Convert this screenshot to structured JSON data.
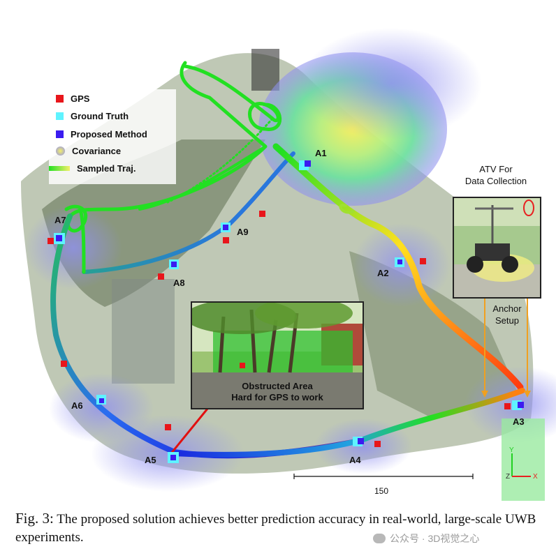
{
  "legend": {
    "items": [
      {
        "label": "GPS",
        "color": "#e8161b"
      },
      {
        "label": "Ground Truth",
        "color": "#5ff3ff"
      },
      {
        "label": "Proposed Method",
        "color": "#3b1cf0"
      },
      {
        "label": "Covariance",
        "color": "#f4f06a"
      },
      {
        "label": "Sampled Traj.",
        "color": "#c7e86a"
      }
    ]
  },
  "anchors": [
    {
      "label": "A1"
    },
    {
      "label": "A2"
    },
    {
      "label": "A3"
    },
    {
      "label": "A4"
    },
    {
      "label": "A5"
    },
    {
      "label": "A6"
    },
    {
      "label": "A7"
    },
    {
      "label": "A8"
    },
    {
      "label": "A9"
    }
  ],
  "inset_photo": {
    "caption_line1": "Obstructed Area",
    "caption_line2": "Hard for GPS to work"
  },
  "atv": {
    "title_line1": "ATV For",
    "title_line2": "Data Collection",
    "setup_line1": "Anchor",
    "setup_line2": "Setup"
  },
  "scale": {
    "label": "150"
  },
  "axes": {
    "y": "Y",
    "z": "Z",
    "x": "X"
  },
  "caption": {
    "figure": "Fig. 3:",
    "text": "The proposed solution achieves better prediction accuracy in real-world, large-scale UWB experiments."
  },
  "watermark": {
    "text": "公众号 · 3D视觉之心"
  }
}
